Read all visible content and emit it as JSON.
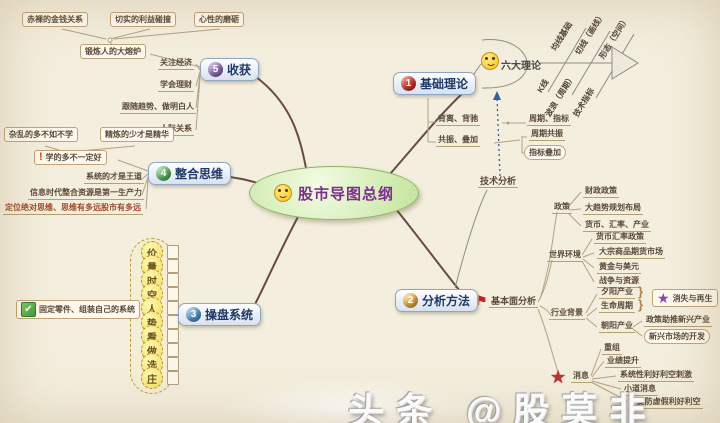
{
  "center": {
    "label": "股市导图总纲"
  },
  "watermark": "头条 @股莫非",
  "icons": {
    "check": "✔",
    "flag": "⚑",
    "star": "★",
    "warn": "!",
    "brace": "}"
  },
  "harvest": {
    "num": "5",
    "label": "收获",
    "parents": [
      "赤裸的金钱关系",
      "切实的利益碰撞",
      "心性的磨砺"
    ],
    "furnace": "锻炼人的大熔炉",
    "items": [
      "关注经济",
      "学会理财",
      "跟随趋势、做明白人",
      "人际关系"
    ]
  },
  "integrate": {
    "num": "4",
    "label": "整合思维",
    "parents": [
      "杂乱的多不如不学",
      "精炼的少才是精华"
    ],
    "warn": "学的多不一定好",
    "items": [
      "系统的才是王道",
      "信息时代整合资源是第一生产力",
      "定位绝对思维、思维有多远股市有多远"
    ]
  },
  "trading": {
    "num": "3",
    "label": "操盘系统",
    "chain": [
      "价",
      "量",
      "时",
      "空",
      "人",
      "势",
      "看",
      "做",
      "选",
      "庄"
    ],
    "note": "固定零件、组装自己的系统"
  },
  "theory": {
    "num": "1",
    "label": "基础理论",
    "six_label": "六大理论",
    "fish_top": [
      "均线基础",
      "切线（画线）",
      "形态（空间）"
    ],
    "fish_bottom": [
      "K线",
      "波浪（周期）",
      "技术指标"
    ],
    "row1_left": "背离、背驰",
    "row1_right": "周期、指标",
    "row2_left": "共振、叠加",
    "row2_right1": "周期共振",
    "row2_right2": "指标叠加",
    "tech": "技术分析"
  },
  "analysis": {
    "num": "2",
    "label": "分析方法",
    "fundamental": "基本面分析",
    "policy_label": "政策",
    "policy_items": [
      "财政政策",
      "大趋势规划布局",
      "货币、汇率、产业"
    ],
    "world_label": "世界环境",
    "world_items": [
      "货币汇率政策",
      "大宗商品期货市场",
      "黄金与美元",
      "战争与资源"
    ],
    "industry_label": "行业背景",
    "industry_items": [
      "夕阳产业",
      "生命周期",
      "朝阳产业"
    ],
    "star_note": "消失与再生",
    "sunrise_items": [
      "政策助推新兴产业",
      "新兴市场的开发"
    ],
    "news_label": "消息",
    "news_items": [
      "重组",
      "业绩提升",
      "系统性利好利空刺激",
      "小道消息",
      "提防虚假利好利空"
    ]
  }
}
